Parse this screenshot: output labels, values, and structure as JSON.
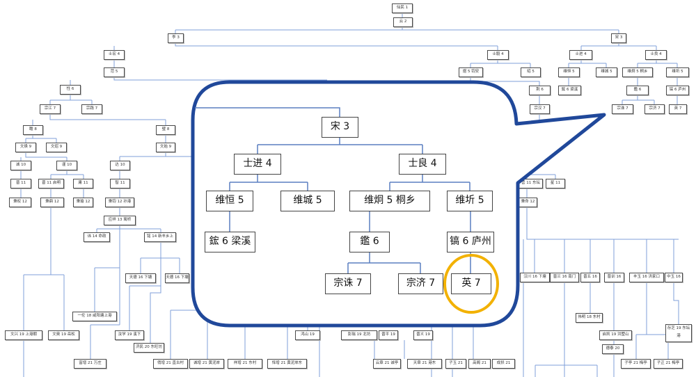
{
  "nodes": [
    "仙民 1",
    "云 2",
    "李 3",
    "宋 3",
    "士宏 4",
    "士毅 4",
    "士进 4",
    "士良 4",
    "范 5",
    "煜 5 钧安",
    "绍 5",
    "维恒 5",
    "维城 5",
    "维炯 5 桐乡",
    "维圻 5",
    "性 6",
    "荆 6",
    "鋐 6 梁溪",
    "鑑 6",
    "镐 6 庐州",
    "宗江 7",
    "宗践 7",
    "宗汉 7",
    "宗诛 7",
    "宗济 7",
    "英 7",
    "瞻 8",
    "璧 8",
    "文焕 9",
    "文炤 9",
    "文始 9",
    "诚 10",
    "谨 10",
    "达 10",
    "晋 11",
    "晋 11 启明",
    "庸 11",
    "智 11",
    "秉权 12",
    "秉鼎 12",
    "秉瑜 12",
    "秉钧 12 孙港",
    "应祥 13 寓桥",
    "讳 14 命政",
    "铭 14 新丰乡上",
    "天德 16 下塘",
    "天德 16 下塘",
    "一伦 18 咸阳塘上港",
    "文兴 19 上港朝",
    "文奥 19 岳松",
    "汝学 19 溪下",
    "济民 20 东旺坊",
    "富增 21 万庄",
    "俏增 21 直古村",
    "诚增 21 黄泥岸",
    "祥增 21 东村",
    "怿增 21 黄泥岸东",
    "鸿山 19",
    "彭瑞 19 北坊",
    "晋平 19",
    "晋义 19",
    "云章 21 诚亭",
    "天章 21 港东",
    "子玉 21",
    "高阁 21",
    "成拱 21",
    "汉川 16 下塘",
    "晋兰 16 南门",
    "晋五 16",
    "晋训 16",
    "丰玉 16 洪家口",
    "中玉 16",
    "伟明 18 东村",
    "启凯 19 洪墅山",
    "德泰 20",
    "存芝 19 东坛港",
    "子亭 21 梅亭",
    "子正 21 梅亭",
    "营 11 东坛",
    "星 11",
    "秉命 12"
  ],
  "callout": {
    "nodes": [
      "宋 3",
      "士进 4",
      "士良 4",
      "维恒 5",
      "维城 5",
      "维炯 5 桐乡",
      "维圻 5",
      "鋐 6 梁溪",
      "鑑 6",
      "镐 6 庐州",
      "宗诛 7",
      "宗济 7",
      "英 7"
    ],
    "highlighted": "英 7",
    "border_color": "#20489a",
    "highlight_color": "#f2b100"
  }
}
